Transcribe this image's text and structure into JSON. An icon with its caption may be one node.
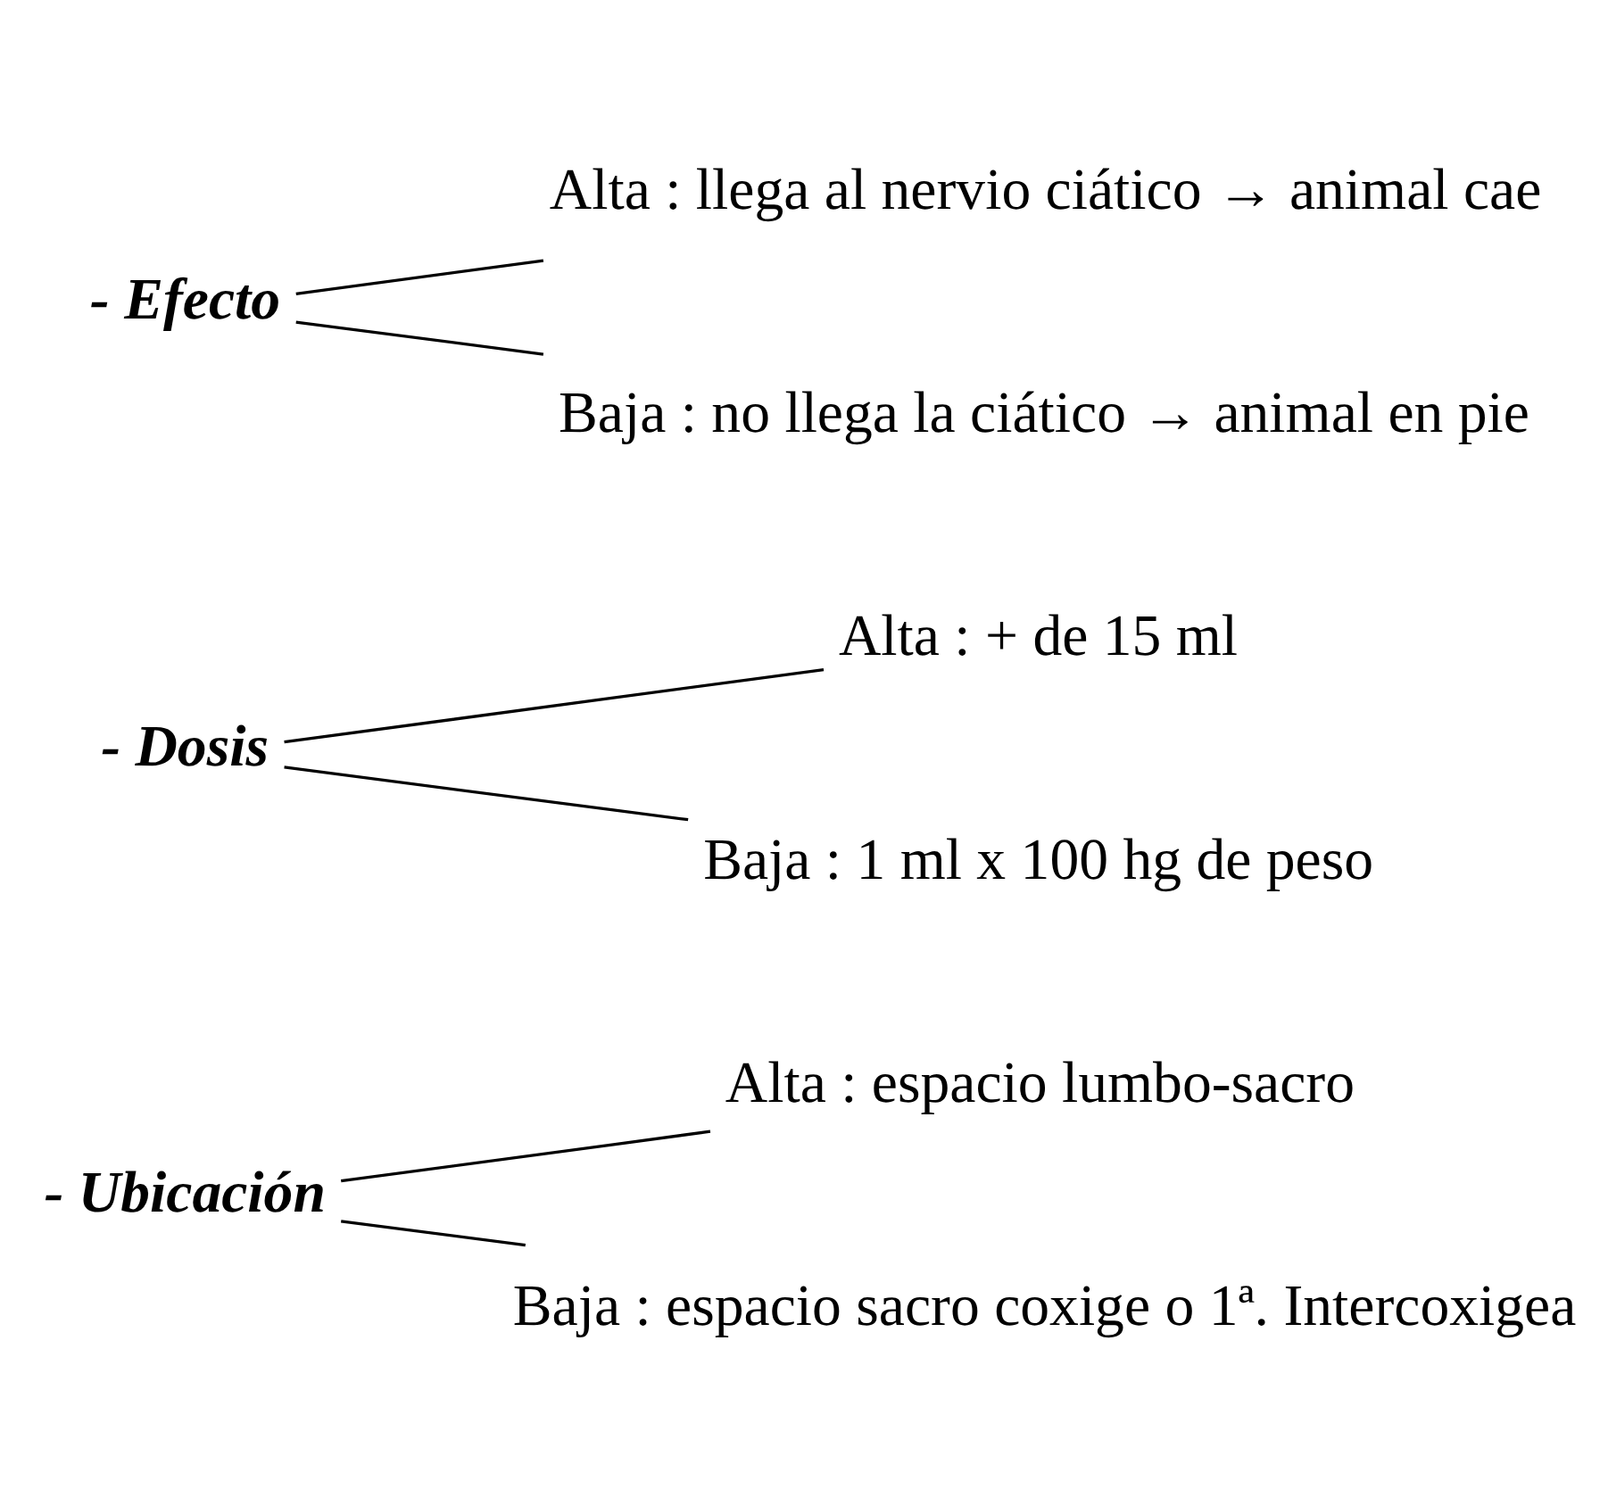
{
  "diagram": {
    "nodes": [
      {
        "text": [
          "Alta : espacio lumbo-sacro"
        ]
      },
      {
        "text": [
          "- Ubicación"
        ]
      },
      {
        "text": [
          "Baja : espacio sacro coxige o 1ª. Intercoxigea"
        ]
      },
      {
        "text": [
          "Alta : + de 15 ml"
        ]
      },
      {
        "text": [
          "- Dosis"
        ]
      },
      {
        "text": [
          "Baja : 1 ml x 100 hg de peso"
        ]
      },
      {
        "text": [
          "Alta : llega al nervio ciático → animal cae"
        ]
      },
      {
        "text": [
          "- Efecto"
        ]
      },
      {
        "text": [
          "Baja : no llega la ciático → animal en pie"
        ]
      }
    ],
    "edges": [
      {
        "from": 1,
        "to": 0,
        "arrow": "none"
      },
      {
        "from": 1,
        "to": 2,
        "arrow": "none"
      },
      {
        "from": 4,
        "to": 3,
        "arrow": "none"
      },
      {
        "from": 4,
        "to": 5,
        "arrow": "none"
      },
      {
        "from": 7,
        "to": 6,
        "arrow": "none"
      },
      {
        "from": 7,
        "to": 8,
        "arrow": "none"
      }
    ]
  }
}
